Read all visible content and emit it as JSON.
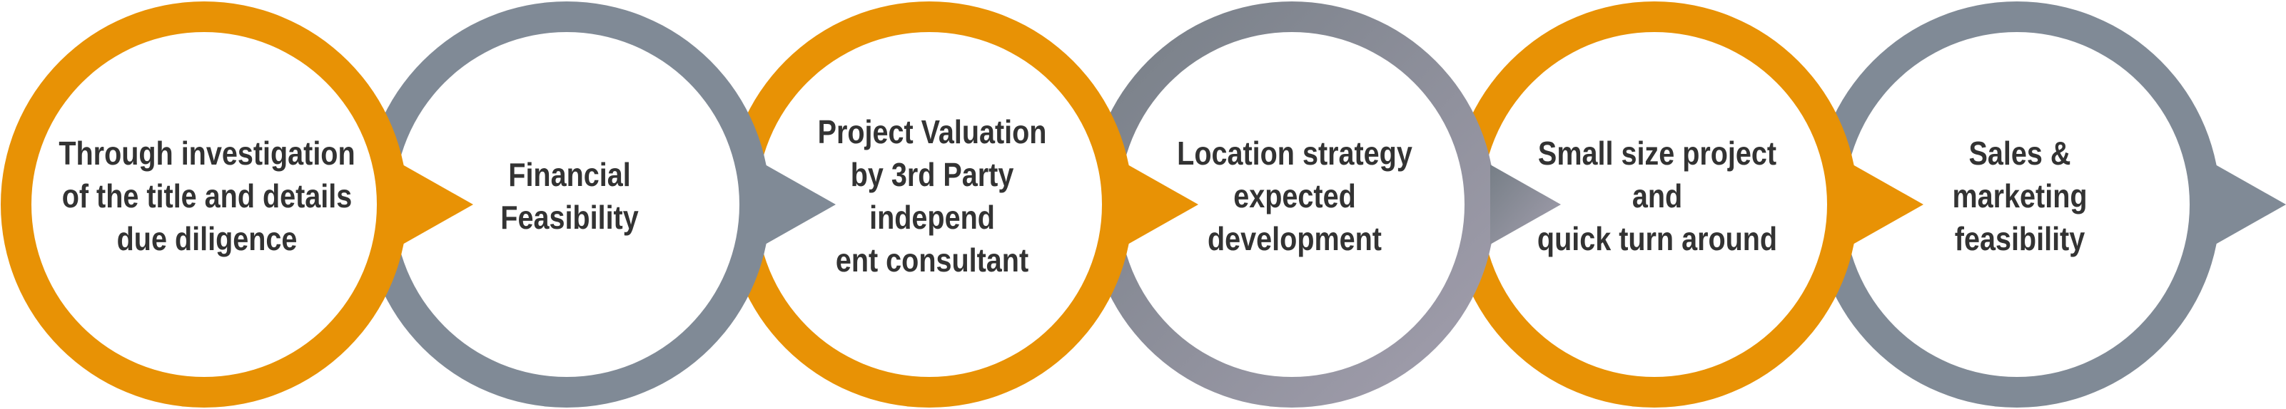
{
  "colors": {
    "orange": "#e89205",
    "gray": "#808a96",
    "gradient_start": "#767e86",
    "gradient_end": "#a39fae",
    "text": "#333333"
  },
  "steps": [
    {
      "lines": [
        "Through investigation",
        "of the title and details",
        "due diligence"
      ],
      "color": "orange"
    },
    {
      "lines": [
        "Financial",
        "Feasibility"
      ],
      "color": "gray"
    },
    {
      "lines": [
        "Project Valuation",
        "by 3rd Party",
        "independ",
        "ent consultant"
      ],
      "color": "orange"
    },
    {
      "lines": [
        "Location strategy",
        "expected",
        "development"
      ],
      "color": "gradient"
    },
    {
      "lines": [
        "Small size project",
        "and",
        "quick turn around"
      ],
      "color": "orange"
    },
    {
      "lines": [
        "Sales &",
        "marketing",
        "feasibility"
      ],
      "color": "gray"
    }
  ]
}
